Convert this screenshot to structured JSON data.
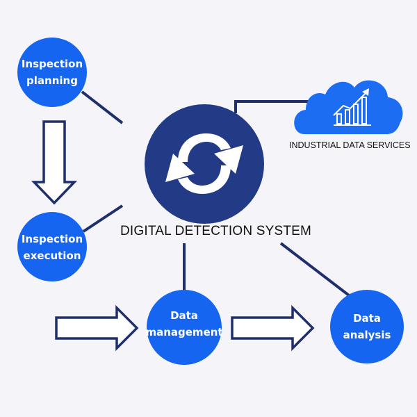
{
  "colors": {
    "node_blue": "#1565f0",
    "center_navy": "#233a86",
    "line_navy": "#1e2f6b",
    "cloud_blue": "#1d6df2",
    "background": "#f5f5f9",
    "icon_white": "#ffffff"
  },
  "nodes": {
    "inspection_planning": "Inspection\nplanning",
    "inspection_execution": "Inspection\nexecution",
    "data_management": "Data\nmanagement",
    "data_analysis": "Data\nanalysis"
  },
  "center": {
    "caption": "DIGITAL DETECTION SYSTEM",
    "icon": "sync-arrows-icon"
  },
  "cloud": {
    "caption": "INDUSTRIAL DATA SERVICES",
    "icon": "cloud-chart-icon"
  },
  "flow": [
    {
      "from": "Inspection planning",
      "to": "Inspection execution"
    },
    {
      "from": "Inspection execution",
      "to": "Data management"
    },
    {
      "from": "Data management",
      "to": "Data analysis"
    }
  ]
}
